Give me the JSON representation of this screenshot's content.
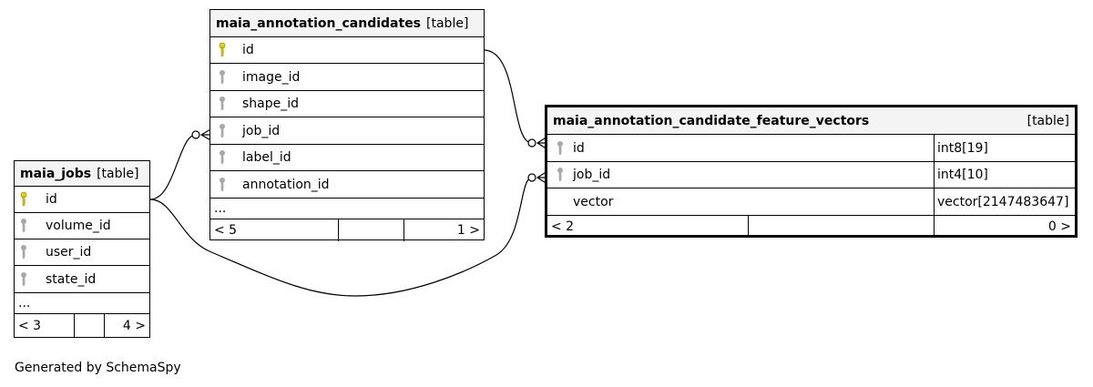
{
  "tables": {
    "jobs": {
      "name": "maia_jobs",
      "type": "[table]",
      "columns": [
        {
          "name": "id",
          "key": "primary"
        },
        {
          "name": "volume_id",
          "key": "foreign"
        },
        {
          "name": "user_id",
          "key": "foreign"
        },
        {
          "name": "state_id",
          "key": "foreign"
        }
      ],
      "more": "...",
      "footer": {
        "left": "< 3",
        "right": "4 >"
      }
    },
    "candidates": {
      "name": "maia_annotation_candidates",
      "type": "[table]",
      "columns": [
        {
          "name": "id",
          "key": "primary"
        },
        {
          "name": "image_id",
          "key": "foreign"
        },
        {
          "name": "shape_id",
          "key": "foreign"
        },
        {
          "name": "job_id",
          "key": "foreign"
        },
        {
          "name": "label_id",
          "key": "foreign"
        },
        {
          "name": "annotation_id",
          "key": "foreign"
        }
      ],
      "more": "...",
      "footer": {
        "left": "< 5",
        "right": "1 >"
      }
    },
    "feature_vectors": {
      "name": "maia_annotation_candidate_feature_vectors",
      "type": "[table]",
      "columns": [
        {
          "name": "id",
          "key": "foreign",
          "datatype": "int8[19]"
        },
        {
          "name": "job_id",
          "key": "foreign",
          "datatype": "int4[10]"
        },
        {
          "name": "vector",
          "key": "none",
          "datatype": "vector[2147483647]"
        }
      ],
      "footer": {
        "left": "< 2",
        "right": "0 >"
      }
    }
  },
  "relationships": [
    {
      "from": "maia_jobs.id",
      "to": "maia_annotation_candidates.job_id"
    },
    {
      "from": "maia_jobs.id",
      "to": "maia_annotation_candidate_feature_vectors.job_id"
    },
    {
      "from": "maia_annotation_candidates.id",
      "to": "maia_annotation_candidate_feature_vectors.id"
    }
  ],
  "colors": {
    "primary_key": "#e8d400",
    "foreign_key": "#a8a8a8",
    "header_bg": "#f4f4f4"
  },
  "footer_text": "Generated by SchemaSpy"
}
